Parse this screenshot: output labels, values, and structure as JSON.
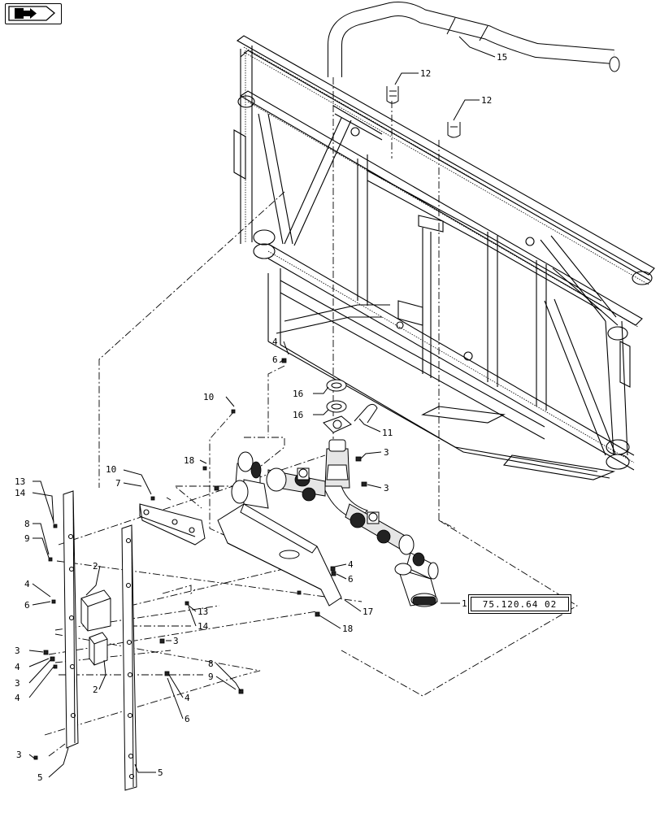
{
  "navigation": {
    "icon": "back-arrow-icon"
  },
  "reference_box": {
    "label": "75.120.64 02"
  },
  "callouts": [
    {
      "id": "c15",
      "label": "15"
    },
    {
      "id": "c12a",
      "label": "12"
    },
    {
      "id": "c12b",
      "label": "12"
    },
    {
      "id": "c4a",
      "label": "4"
    },
    {
      "id": "c6a",
      "label": "6"
    },
    {
      "id": "c10a",
      "label": "10"
    },
    {
      "id": "c16a",
      "label": "16"
    },
    {
      "id": "c16b",
      "label": "16"
    },
    {
      "id": "c11",
      "label": "11"
    },
    {
      "id": "c3a",
      "label": "3"
    },
    {
      "id": "c3b",
      "label": "3"
    },
    {
      "id": "c18a",
      "label": "18"
    },
    {
      "id": "c10b",
      "label": "10"
    },
    {
      "id": "c7",
      "label": "7"
    },
    {
      "id": "c13a",
      "label": "13"
    },
    {
      "id": "c14a",
      "label": "14"
    },
    {
      "id": "c8a",
      "label": "8"
    },
    {
      "id": "c9a",
      "label": "9"
    },
    {
      "id": "c4b",
      "label": "4"
    },
    {
      "id": "c6b",
      "label": "6"
    },
    {
      "id": "c2a",
      "label": "2"
    },
    {
      "id": "c4c",
      "label": "4"
    },
    {
      "id": "c6c",
      "label": "6"
    },
    {
      "id": "c1",
      "label": "1"
    },
    {
      "id": "c17",
      "label": "17"
    },
    {
      "id": "c18b",
      "label": "18"
    },
    {
      "id": "c13b",
      "label": "13"
    },
    {
      "id": "c14b",
      "label": "14"
    },
    {
      "id": "c3c",
      "label": "3"
    },
    {
      "id": "c3d",
      "label": "3"
    },
    {
      "id": "c4d",
      "label": "4"
    },
    {
      "id": "c3e",
      "label": "3"
    },
    {
      "id": "c4e",
      "label": "4"
    },
    {
      "id": "c2b",
      "label": "2"
    },
    {
      "id": "c8b",
      "label": "8"
    },
    {
      "id": "c9b",
      "label": "9"
    },
    {
      "id": "c4f",
      "label": "4"
    },
    {
      "id": "c6d",
      "label": "6"
    },
    {
      "id": "c3f",
      "label": "3"
    },
    {
      "id": "c5a",
      "label": "5"
    },
    {
      "id": "c5b",
      "label": "5"
    }
  ]
}
